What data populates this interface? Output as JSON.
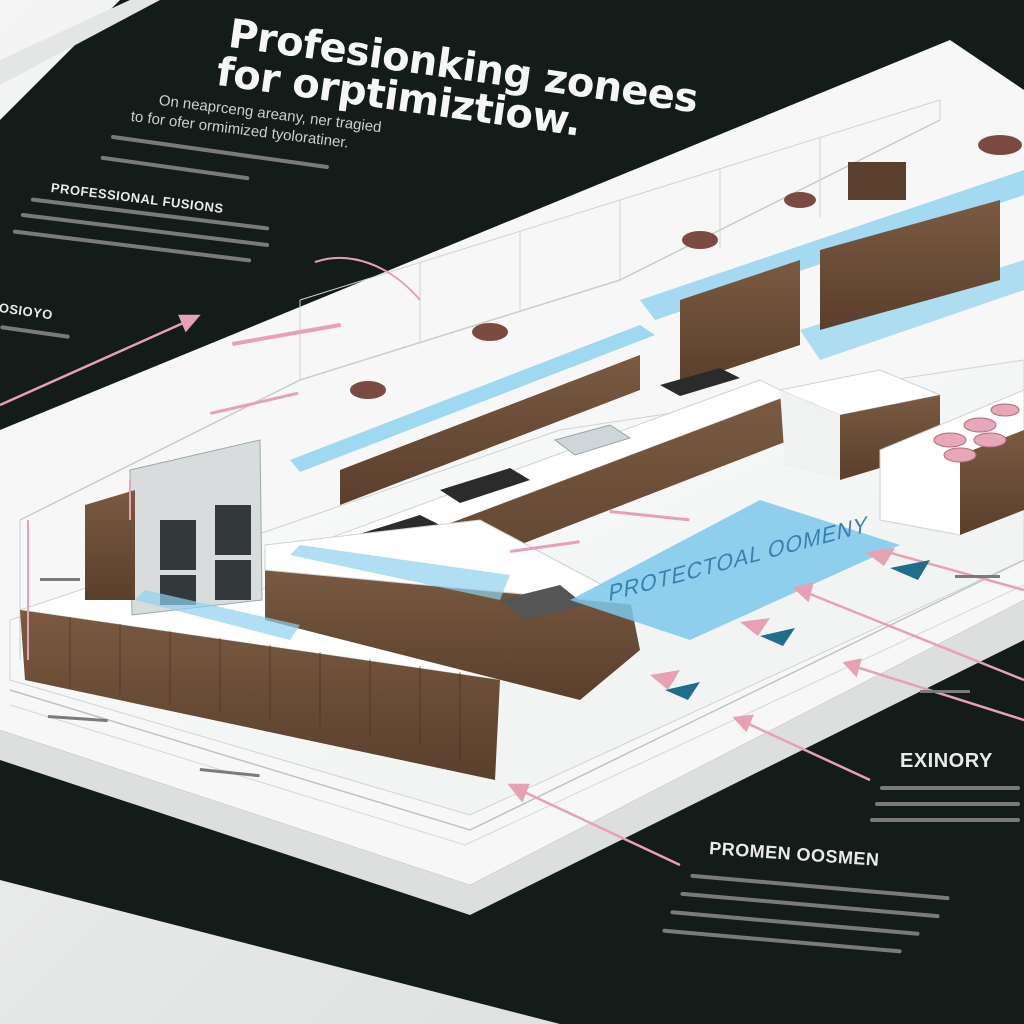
{
  "header": {
    "title_line1": "Profesionking zonees",
    "title_line2": "for orptimiztiow.",
    "sub_line1": "On neaprceng areany, ner tragied",
    "sub_line2": "to for ofer ormimized tyoloratiner."
  },
  "left_panel": {
    "heading": "PROFESSIONAL FUSIONS",
    "side_label": "OSIOYO"
  },
  "floor": {
    "zone_label": "PROTECTOAL OOMENY"
  },
  "right_panel": {
    "heading1": "EXINORY",
    "heading2": "PROMEN OOSMEN"
  },
  "colors": {
    "dark": "#131c18",
    "paper": "#f6f7f6",
    "wood": "#6b4d36",
    "zone_blue": "#7cc8ec",
    "accent_pink": "#e8a0b4",
    "arrow_teal": "#1f6f8b"
  }
}
